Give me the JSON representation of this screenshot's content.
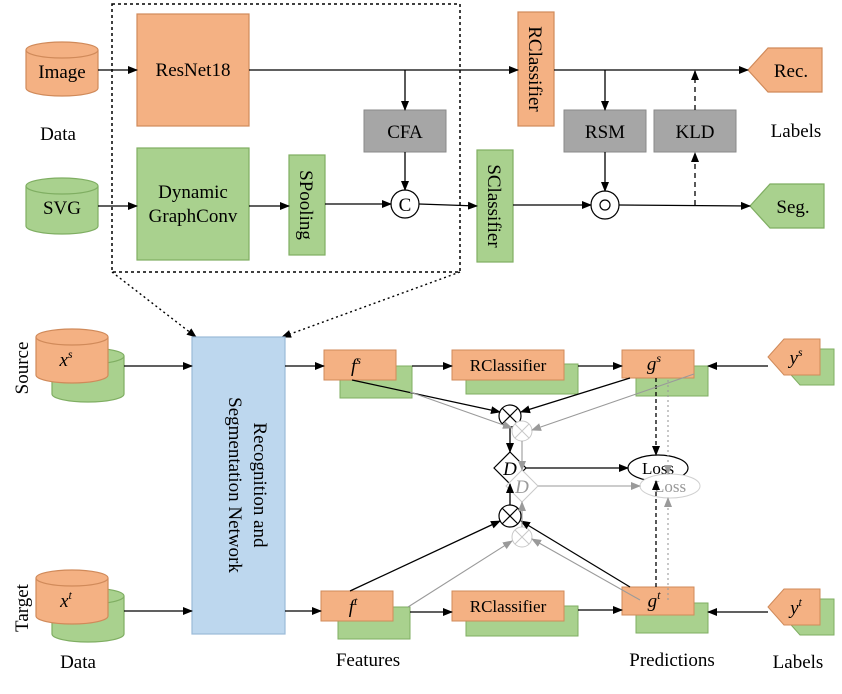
{
  "colors": {
    "orange": "#f4b183",
    "orange_stroke": "#d08a5a",
    "green": "#a9d18e",
    "green_stroke": "#7fae62",
    "gray_box": "#a6a6a6",
    "blue_box": "#bdd7ee",
    "arrow": "#000000",
    "light_arrow": "#9a9a9a"
  },
  "top": {
    "image_label": "Image",
    "svg_label": "SVG",
    "data_label": "Data",
    "labels_label": "Labels",
    "resnet": "ResNet18",
    "dgc_line1": "Dynamic",
    "dgc_line2": "GraphConv",
    "spooling": "SPooling",
    "cfa": "CFA",
    "concat": "C",
    "rclassifier": "RClassifier",
    "sclassifier": "SClassifier",
    "rsm": "RSM",
    "kld": "KLD",
    "rec": "Rec.",
    "seg": "Seg."
  },
  "bottom": {
    "source": "Source",
    "target": "Target",
    "xs": "x",
    "xs_sup": "s",
    "xt": "x",
    "xt_sup": "t",
    "network_line1": "Recognition and",
    "network_line2": "Segmentation Network",
    "fs": "f",
    "fs_sup": "s",
    "ft": "f",
    "ft_sup": "t",
    "rclassifier_top": "RClassifier",
    "rclassifier_bottom": "RClassifier",
    "gs": "g",
    "gs_sup": "s",
    "gt": "g",
    "gt_sup": "t",
    "ys": "y",
    "ys_sup": "s",
    "yt": "y",
    "yt_sup": "t",
    "d": "D",
    "d_grey": "D",
    "loss": "Loss",
    "loss_grey": "Loss",
    "data_label": "Data",
    "features_label": "Features",
    "predictions_label": "Predictions",
    "labels_label": "Labels"
  }
}
